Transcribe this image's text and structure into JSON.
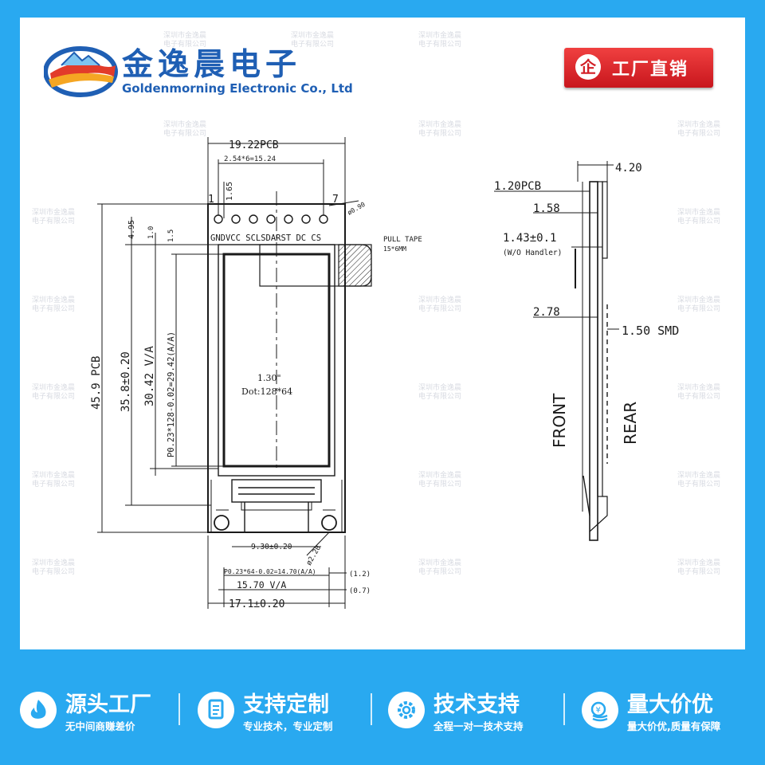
{
  "brand": {
    "name_cn": "金逸晨电子",
    "name_en": "Goldenmorning Electronic Co., Ltd",
    "badge_icon": "企",
    "badge_text": "工厂直销"
  },
  "watermark": {
    "line1": "深圳市金逸晨",
    "line2": "电子有限公司"
  },
  "front_view": {
    "pcb_width": "19.22PCB",
    "pin_pitch": "2.54*6=15.24",
    "pin_first": "1",
    "pin_last": "7",
    "pin_offset": "1.65",
    "pin_hole": "ø0.90",
    "pins": "GNDVCC SCLSDARST DC CS",
    "pull_tape": "PULL TAPE",
    "pull_tape_size": "15*6MM",
    "dim_top": "4.95",
    "dim_aa_gap": "1.0",
    "dim_aa_gap2": "1.5",
    "pcb_height": "45.9 PCB",
    "glass_height": "35.8±0.20",
    "va_height": "30.42 V/A",
    "aa_height": "P0.23*128-0.02=29.42(A/A)",
    "size": "1.30\"",
    "dots": "Dot:128*64",
    "fpc_width": "9.30±0.20",
    "mount_hole": "ø2.20",
    "aa_width": "P0.23*64-0.02=14.70(A/A)",
    "va_width": "15.70 V/A",
    "glass_width": "17.1±0.20",
    "right_gap1": "(1.2)",
    "right_gap2": "(0.7)"
  },
  "side_view": {
    "total_thickness": "4.20",
    "pcb": "1.20PCB",
    "dim_158": "1.58",
    "module": "1.43±0.1",
    "module_note": "(W/O Handler)",
    "dim_278": "2.78",
    "smd": "1.50 SMD",
    "front": "FRONT",
    "rear": "REAR"
  },
  "features": [
    {
      "title": "源头工厂",
      "subtitle": "无中间商赚差价",
      "icon": "flame-icon"
    },
    {
      "title": "支持定制",
      "subtitle": "专业技术，专业定制",
      "icon": "document-icon"
    },
    {
      "title": "技术支持",
      "subtitle": "全程一对一技术支持",
      "icon": "gear-icon"
    },
    {
      "title": "量大价优",
      "subtitle": "量大价优,质量有保障",
      "icon": "coins-icon"
    }
  ],
  "colors": {
    "background": "#29a9f0",
    "brand_blue": "#1f5fb4",
    "badge_red": "#d21f26",
    "line": "#1a1a1a"
  }
}
